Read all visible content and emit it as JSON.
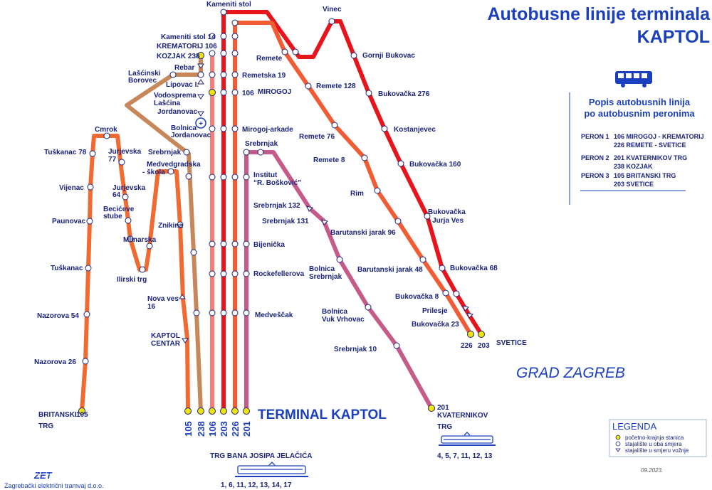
{
  "title_line1": "Autobusne linije terminala",
  "title_line2": "KAPTOL",
  "panel_title_line1": "Popis autobusnih linija",
  "panel_title_line2": "po autobusnim peronima",
  "perons": [
    {
      "peron": "PERON  1",
      "lines": [
        "106 MIROGOJ - KREMATORIJ",
        "226 REMETE - SVETICE"
      ]
    },
    {
      "peron": "PERON  2",
      "lines": [
        "201 KVATERNIKOV TRG",
        "238 KOZJAK"
      ]
    },
    {
      "peron": "PERON  3",
      "lines": [
        "105 BRITANSKI TRG",
        "203 SVETICE"
      ]
    }
  ],
  "terminal_label": "TERMINAL KAPTOL",
  "grad_label": "GRAD ZAGREB",
  "tram_jelacic_label": "TRG BANA JOSIPA JELAČIĆA",
  "tram_jelacic_lines": "1, 6, 11, 12, 13, 14, 17",
  "tram_kvaternikov_lines": "4, 5, 7, 11, 12, 13",
  "legend": {
    "title": "LEGENDA",
    "items": [
      "početno-krajnja stanica",
      "stajalište u oba smjera",
      "stajalište u smjeru vožnje"
    ]
  },
  "date": "09.2023.",
  "company": "Zagrebački električni tramvaj d.o.o.",
  "company_logo": "ZET",
  "colors": {
    "line_105": "#f06a32",
    "line_238": "#c8875a",
    "line_106": "#f47e78",
    "line_203": "#e8141c",
    "line_226": "#f25c34",
    "line_201": "#c65a8a",
    "text_blue": "#1a3fbf",
    "stop_dark": "#1a237e"
  },
  "line_numbers": [
    "105",
    "238",
    "106",
    "203",
    "226",
    "201"
  ],
  "end_labels": {
    "l226": "226",
    "l203": "203",
    "svetice": "SVETICE",
    "kvaternikov": [
      "201",
      "KVATERNIKOV",
      "TRG"
    ],
    "britanski": [
      "BRITANSKI",
      "105",
      "TRG"
    ]
  },
  "stops": [
    {
      "label": "Kameniti stol"
    },
    {
      "label": "Kameniti stol 14"
    },
    {
      "label": "KREMATORIJ 106"
    },
    {
      "label": "KOZJAK 238"
    },
    {
      "label": "Rebar"
    },
    {
      "label": "Lašćinski"
    },
    {
      "label": "Borovec"
    },
    {
      "label": "Lipovac I."
    },
    {
      "label": "Vodosprema"
    },
    {
      "label": "Lašćina"
    },
    {
      "label": "Jordanovac"
    },
    {
      "label": "Bolnica"
    },
    {
      "label": "Jordanovac"
    },
    {
      "label": "Remete"
    },
    {
      "label": "Remetska 19"
    },
    {
      "label": "106"
    },
    {
      "label": "MIROGOJ"
    },
    {
      "label": "Mirogoj-arkade"
    },
    {
      "label": "Vinec"
    },
    {
      "label": "Gornji Bukovac"
    },
    {
      "label": "Remete 128"
    },
    {
      "label": "Bukovačka 276"
    },
    {
      "label": "Kostanjevec"
    },
    {
      "label": "Remete 76"
    },
    {
      "label": "Remete 8"
    },
    {
      "label": "Bukovačka 160"
    },
    {
      "label": "Srebrnjak"
    },
    {
      "label": "Institut"
    },
    {
      "label": "“R. Bošković”"
    },
    {
      "label": "Rim"
    },
    {
      "label": "Bukovačka"
    },
    {
      "label": "- Jurja Ves"
    },
    {
      "label": "Srebrnjak 132"
    },
    {
      "label": "Srebrnjak 131"
    },
    {
      "label": "Barutanski jarak 96"
    },
    {
      "label": "Bijenička"
    },
    {
      "label": "Rockefellerova"
    },
    {
      "label": "Bolnica"
    },
    {
      "label": "Srebrnjak"
    },
    {
      "label": "Barutanski jarak 48"
    },
    {
      "label": "Bukovačka 68"
    },
    {
      "label": "Bukovačka 8"
    },
    {
      "label": "Prilesje"
    },
    {
      "label": "Bukovačka 23"
    },
    {
      "label": "Medveščak"
    },
    {
      "label": "Bolnica"
    },
    {
      "label": "Vuk Vrhovac"
    },
    {
      "label": "Srebrnjak 10"
    },
    {
      "label": "Cmrok"
    },
    {
      "label": "Tuškanac 78"
    },
    {
      "label": "Jurjevska"
    },
    {
      "label": "77"
    },
    {
      "label": "Srebrnjak"
    },
    {
      "label": "Medvedgradska"
    },
    {
      "label": "- škola"
    },
    {
      "label": "Vijenac"
    },
    {
      "label": "Jurjevska"
    },
    {
      "label": "64"
    },
    {
      "label": "Becićeve"
    },
    {
      "label": "stube"
    },
    {
      "label": "Paunovac"
    },
    {
      "label": "Znikina"
    },
    {
      "label": "Mlinarska"
    },
    {
      "label": "Tuškanac"
    },
    {
      "label": "Ilirski trg"
    },
    {
      "label": "Nova ves"
    },
    {
      "label": "16"
    },
    {
      "label": "Nazorova 54"
    },
    {
      "label": "KAPTOL"
    },
    {
      "label": "CENTAR"
    },
    {
      "label": "Nazorova 26"
    }
  ]
}
